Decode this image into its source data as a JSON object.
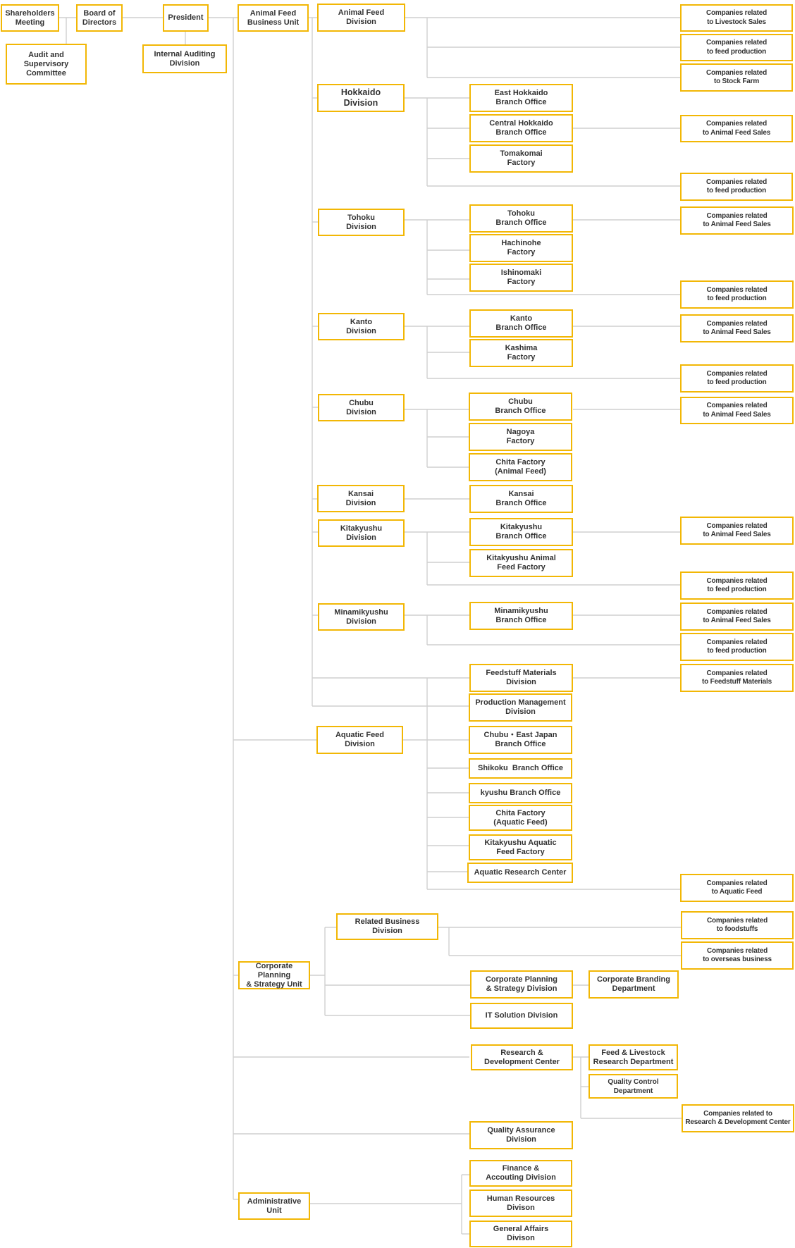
{
  "accent_color": "#f2b705",
  "line_color": "#cfcfcf",
  "nodes": {
    "shareholders": "Shareholders\nMeeting",
    "board": "Board of\nDirectors",
    "audit": "Audit and\nSupervisory\nCommittee",
    "president": "President",
    "internal_audit": "Internal Auditing\nDivision",
    "animal_feed_unit": "Animal Feed\nBusiness Unit",
    "animal_feed_div": "Animal Feed\nDivision",
    "rel_livestock_sales": "Companies related\nto Livestock Sales",
    "rel_feed_prod_1": "Companies related\nto feed production",
    "rel_stock_farm": "Companies related\nto Stock Farm",
    "hokkaido_div": "Hokkaido\nDivision",
    "east_hokkaido": "East Hokkaido\nBranch Office",
    "central_hokkaido": "Central Hokkaido\nBranch Office",
    "tomakomai": "Tomakomai\nFactory",
    "rel_afs_hokkaido": "Companies related\nto Animal Feed Sales",
    "rel_fp_hokkaido": "Companies related\nto feed production",
    "tohoku_div": "Tohoku\nDivision",
    "tohoku_branch": "Tohoku\nBranch Office",
    "hachinohe": "Hachinohe\nFactory",
    "ishinomaki": "Ishinomaki\nFactory",
    "rel_afs_tohoku": "Companies related\nto Animal Feed Sales",
    "rel_fp_tohoku": "Companies related\nto feed production",
    "kanto_div": "Kanto\nDivision",
    "kanto_branch": "Kanto\nBranch Office",
    "kashima": "Kashima\nFactory",
    "rel_afs_kanto": "Companies related\nto Animal Feed Sales",
    "rel_fp_kanto": "Companies related\nto feed production",
    "chubu_div": "Chubu\nDivision",
    "chubu_branch": "Chubu\nBranch Office",
    "nagoya": "Nagoya\nFactory",
    "chita_animal": "Chita Factory\n(Animal Feed)",
    "rel_afs_chubu": "Companies related\nto Animal Feed Sales",
    "kansai_div": "Kansai\nDivision",
    "kansai_branch": "Kansai\nBranch Office",
    "kitakyushu_div": "Kitakyushu\nDivision",
    "kitakyushu_branch": "Kitakyushu\nBranch Office",
    "kitakyushu_animal_factory": "Kitakyushu Animal\nFeed Factory",
    "rel_afs_kitakyushu": "Companies related\nto Animal Feed Sales",
    "rel_fp_kitakyushu": "Companies related\nto feed production",
    "minamikyushu_div": "Minamikyushu\nDivision",
    "minamikyushu_branch": "Minamikyushu\nBranch Office",
    "rel_afs_minamikyushu": "Companies related\nto Animal Feed Sales",
    "rel_fp_minamikyushu": "Companies related\nto feed production",
    "feedstuff_div": "Feedstuff Materials\nDivision",
    "rel_feedstuff": "Companies related\nto Feedstuff Materials",
    "production_mgmt": "Production Management\nDivision",
    "aquatic_feed_div": "Aquatic Feed\nDivision",
    "chubu_east_japan": "Chubu・East Japan\nBranch Office",
    "shikoku_branch": "Shikoku  Branch Office",
    "kyushu_branch": "kyushu Branch Office",
    "chita_aquatic": "Chita Factory\n(Aquatic Feed)",
    "kitakyushu_aquatic": "Kitakyushu Aquatic\nFeed Factory",
    "aquatic_research": "Aquatic Research Center",
    "rel_aquatic": "Companies related\nto Aquatic Feed",
    "corp_planning_unit": "Corporate Planning\n& Strategy Unit",
    "related_business_div": "Related Business\nDivision",
    "rel_foodstuffs": "Companies related\nto foodstuffs",
    "rel_overseas": "Companies related\nto overseas business",
    "corp_planning_div": "Corporate Planning\n& Strategy Division",
    "corp_branding": "Corporate Branding\nDepartment",
    "it_solution": "IT Solution Division",
    "rd_center": "Research &\nDevelopment Center",
    "feed_livestock_research": "Feed & Livestock\nResearch Department",
    "quality_control": "Quality Control\nDepartment",
    "rel_rd": "Companies related to\nResearch & Development Center",
    "quality_assurance": "Quality Assurance\nDivision",
    "admin_unit": "Administrative\nUnit",
    "finance": "Finance &\nAccouting Division",
    "hr": "Human Resources\nDivison",
    "general_affairs": "General Affairs\nDivison"
  }
}
